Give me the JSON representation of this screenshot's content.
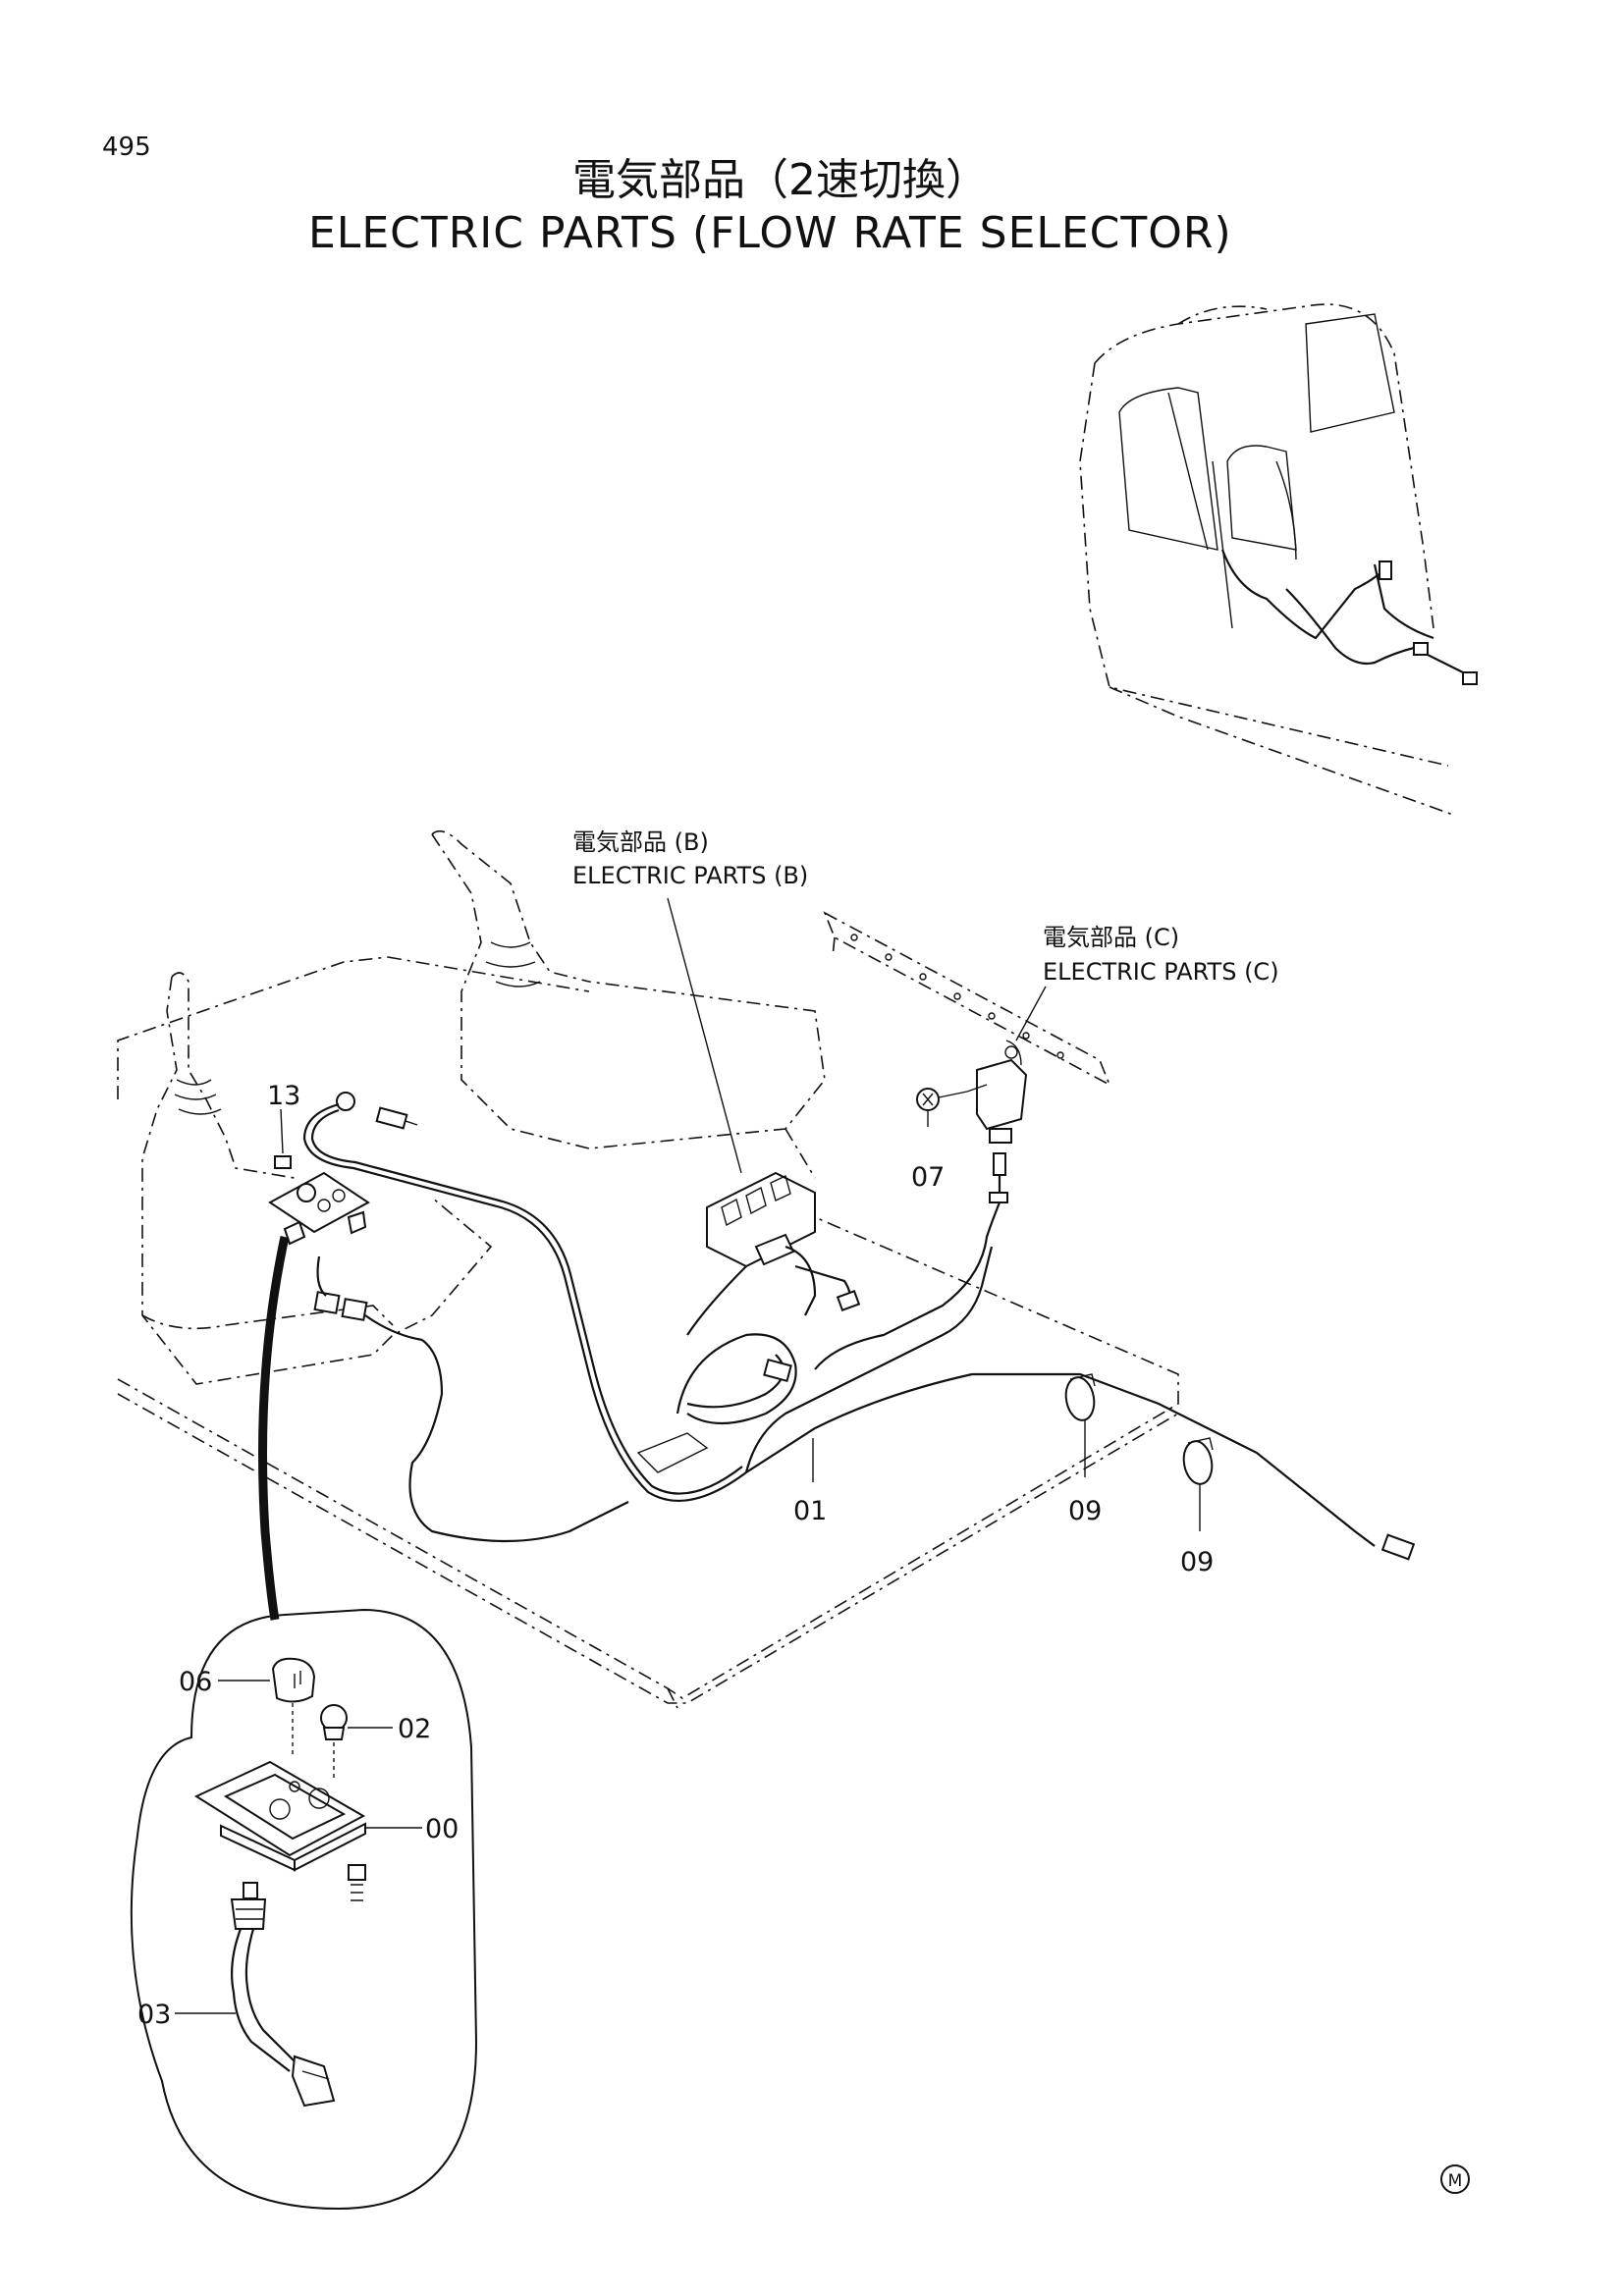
{
  "page_number": "495",
  "title_jp": "電気部品（2速切換）",
  "title_en": "ELECTRIC PARTS (FLOW RATE SELECTOR)",
  "references": [
    {
      "id": "ref-b",
      "jp": "電気部品 (B)",
      "en": "ELECTRIC   PARTS (B)"
    },
    {
      "id": "ref-c",
      "jp": "電気部品 (C)",
      "en": "ELECTRIC   PARTS (C)"
    }
  ],
  "callouts": {
    "c13": "13",
    "c07": "07",
    "c01": "01",
    "c09a": "09",
    "c09b": "09",
    "c06": "06",
    "c02": "02",
    "c00": "00",
    "c03": "03"
  },
  "corner_mark": "M"
}
